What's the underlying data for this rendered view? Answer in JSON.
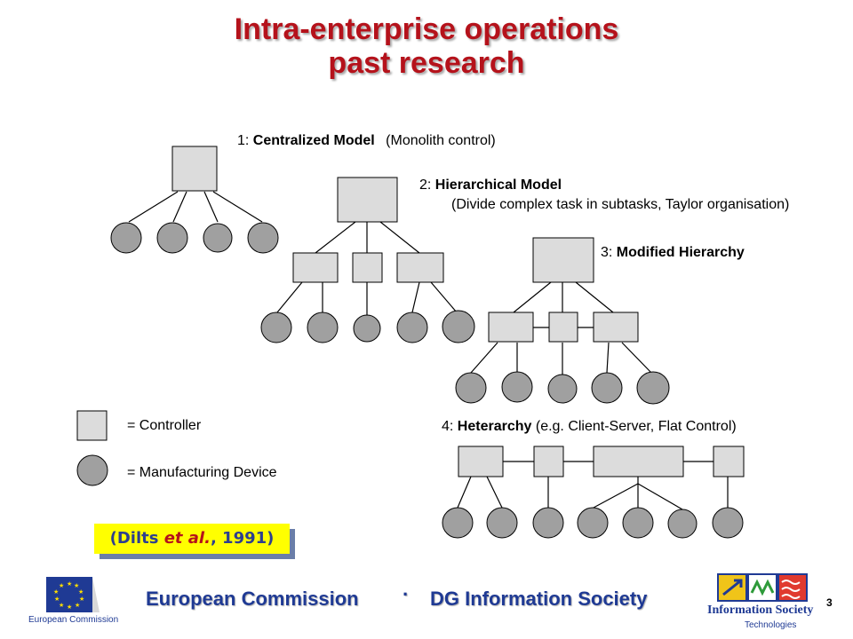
{
  "title_line1": "Intra-enterprise operations",
  "title_line2": "past research",
  "models": {
    "m1": {
      "num": "1:",
      "name": "Centralized Model",
      "note": "(Monolith control)"
    },
    "m2": {
      "num": "2:",
      "name": "Hierarchical Model",
      "note": "(Divide complex task in subtasks, Taylor organisation)"
    },
    "m3": {
      "num": "3:",
      "name": "Modified Hierarchy"
    },
    "m4": {
      "num": "4:",
      "name": "Heterarchy",
      "note": "(e.g. Client-Server, Flat Control)"
    }
  },
  "legend": {
    "controller": "= Controller",
    "device": "= Manufacturing Device"
  },
  "citation": {
    "open": "(Dilts ",
    "etal": "et al.",
    "rest": ", 1991)"
  },
  "footer": {
    "left": "European Commission",
    "sep": "·",
    "right": "DG Information Society",
    "ec_logo_text": "European Commission",
    "ist_logo_text": "Information Society",
    "ist_logo_sub": "Technologies"
  },
  "page_number": "3",
  "colors": {
    "title": "#b5121b",
    "footer": "#1f3a94",
    "controller_fill": "#dcdcdc",
    "device_fill": "#a0a0a0",
    "citation_bg": "#ffff00"
  }
}
